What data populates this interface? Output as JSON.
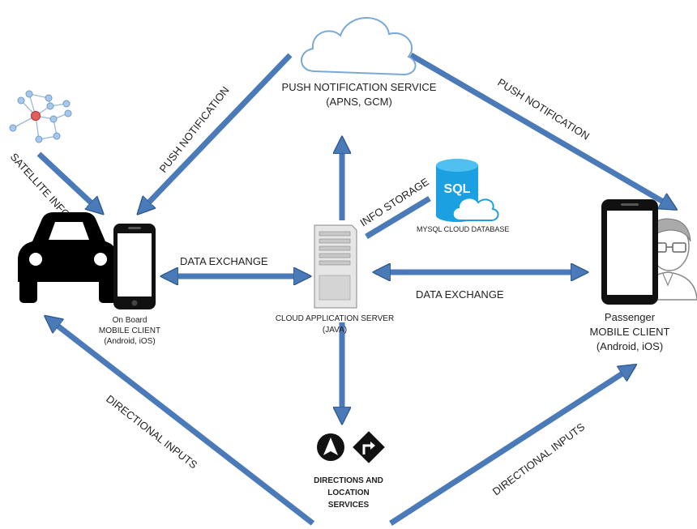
{
  "cloud": {
    "title": "PUSH NOTIFICATION SERVICE",
    "subtitle": "(APNS, GCM)"
  },
  "server": {
    "title": "CLOUD APPLICATION SERVER",
    "subtitle": "(JAVA)"
  },
  "database": {
    "icon_text": "SQL",
    "label": "MYSQL CLOUD DATABASE"
  },
  "onboard_client": {
    "line1": "On Board",
    "line2": "MOBILE CLIENT",
    "line3": "(Android, iOS)"
  },
  "passenger_client": {
    "line1": "Passenger",
    "line2": "MOBILE CLIENT",
    "line3": "(Android, iOS)"
  },
  "directions": {
    "line1": "DIRECTIONS AND",
    "line2": "LOCATION",
    "line3": "SERVICES"
  },
  "arrows": {
    "push_left": "PUSH NOTIFICATION",
    "push_right": "PUSH NOTIFICATION",
    "satellite": "SATELLITE INFO",
    "info_storage": "INFO STORAGE",
    "data_exchange_left": "DATA EXCHANGE",
    "data_exchange_right": "DATA EXCHANGE",
    "directional_left": "DIRECTIONAL INPUTS",
    "directional_right": "DIRECTIONAL INPUTS"
  },
  "colors": {
    "arrow_fill": "#4a7ab8",
    "arrow_stroke": "#2e5a8f",
    "cloud_stroke": "#7aa8d8",
    "db_blue": "#1ba1e2"
  }
}
